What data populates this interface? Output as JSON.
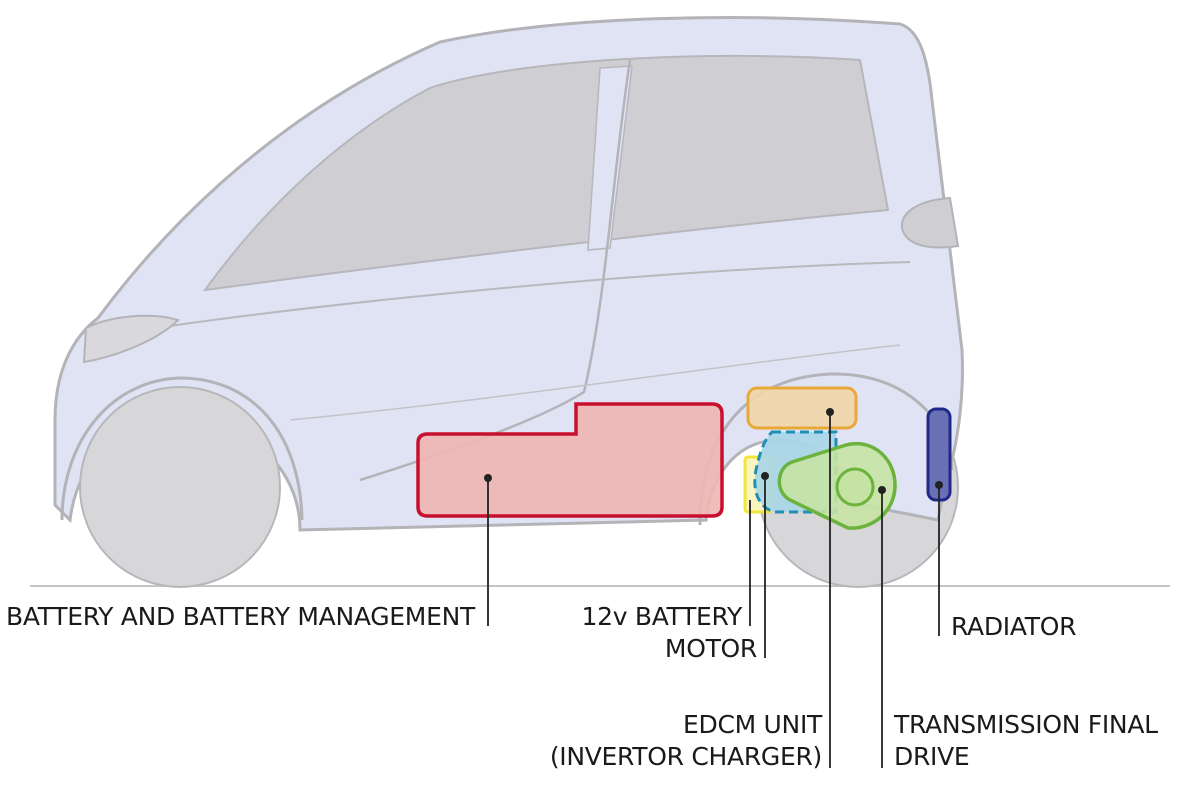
{
  "diagram": {
    "colors": {
      "body_fill": "#dfe3f4",
      "body_line": "#b3b3b8",
      "glass": "#cfcfd3",
      "tyre": "#d7d7d9",
      "pointer": "#222222",
      "battery": "#c8102e",
      "battery_fill": "#efb5b2",
      "edcm": "#e9a83a",
      "edcm_fill": "#f0d7a8",
      "motor": "#1f8fb5",
      "motor_fill": "#a9d6e8",
      "battery12v": "#f3e63a",
      "transmission": "#6bb33c",
      "transmission_fill": "#c6e3a4",
      "radiator": "#1f2a88",
      "radiator_fill": "#6a70b4"
    },
    "labels": {
      "battery": "BATTERY AND BATTERY MANAGEMENT",
      "battery12v": "12v BATTERY",
      "motor": "MOTOR",
      "edcm_1": "EDCM UNIT",
      "edcm_2": "(INVERTOR CHARGER)",
      "transmission_1": "TRANSMISSION FINAL",
      "transmission_2": "DRIVE",
      "radiator": "RADIATOR"
    }
  }
}
